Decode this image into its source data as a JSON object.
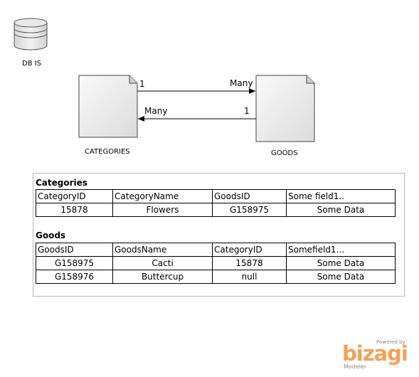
{
  "diagram": {
    "database": {
      "label": "DB IS"
    },
    "entities": [
      {
        "id": "categories",
        "label": "CATEGORIES"
      },
      {
        "id": "goods",
        "label": "GOODS"
      }
    ],
    "relations": [
      {
        "from": "categories",
        "to": "goods",
        "from_label": "1",
        "to_label": "Many"
      },
      {
        "from": "goods",
        "to": "categories",
        "from_label": "1",
        "to_label": "Many"
      }
    ]
  },
  "tables": {
    "categories": {
      "title": "Categories",
      "headers": [
        "CategoryID",
        "CategoryName",
        "GoodsID",
        "Some field1.."
      ],
      "rows": [
        [
          "15878",
          "Flowers",
          "G158975",
          "Some Data"
        ]
      ]
    },
    "goods": {
      "title": "Goods",
      "headers": [
        "GoodsID",
        "GoodsName",
        "CategoryID",
        "Somefield1..."
      ],
      "rows": [
        [
          "G158975",
          "Cacti",
          "15878",
          "Some Data"
        ],
        [
          "G158976",
          "Buttercup",
          "null",
          "Some Data"
        ]
      ]
    }
  },
  "branding": {
    "powered_by": "Powered by",
    "name": "bizagi",
    "product": "Modeler",
    "color": "#f0a35a"
  }
}
